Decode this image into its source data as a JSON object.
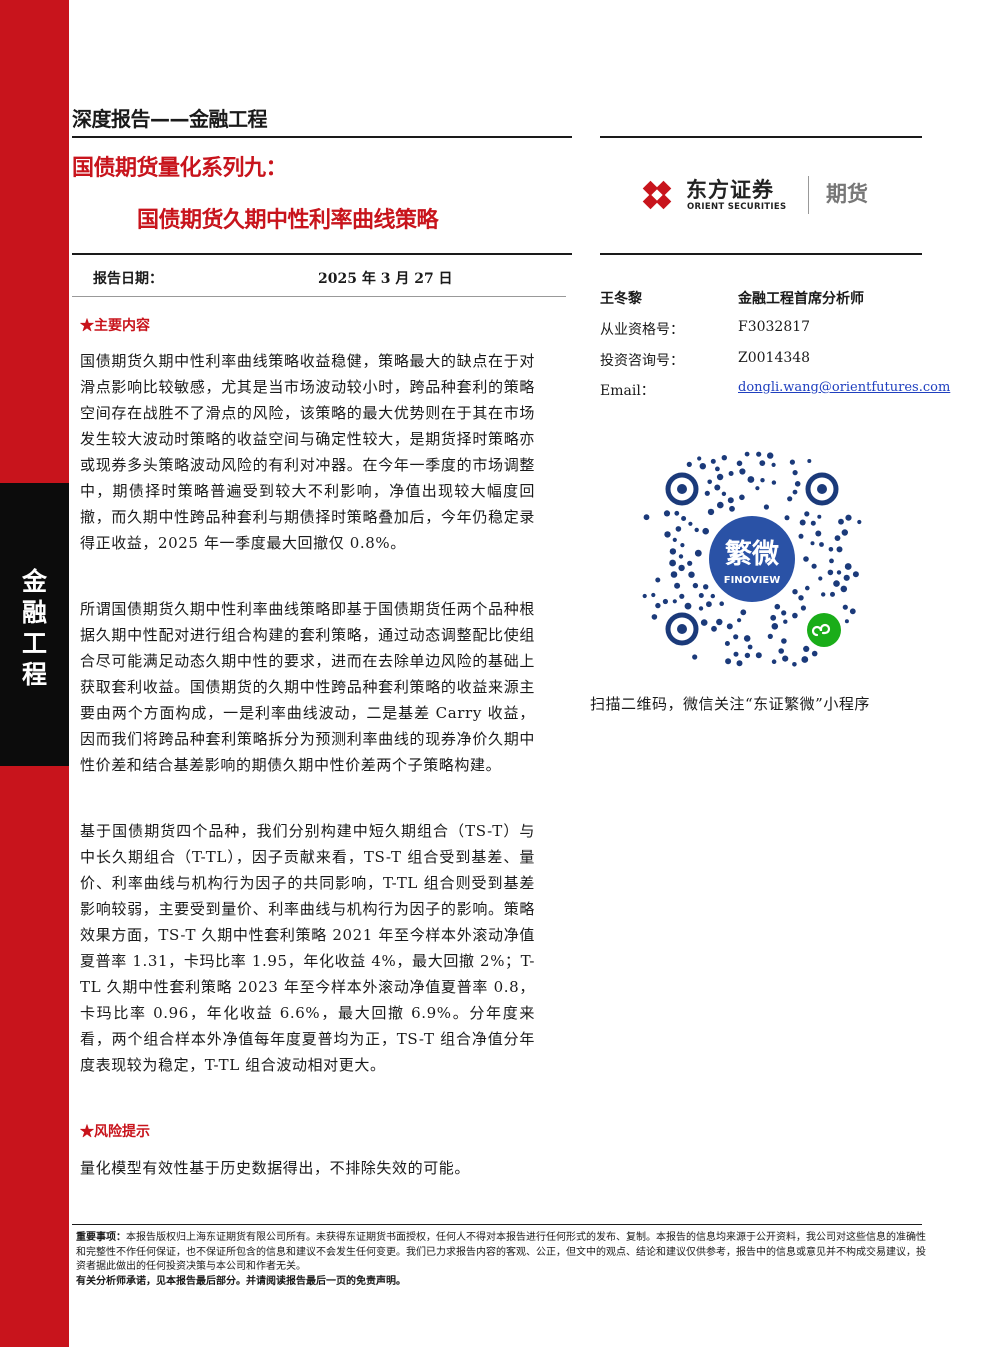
{
  "sidebar": {
    "vertical_title_chars": [
      "金",
      "融",
      "工",
      "程"
    ]
  },
  "header": {
    "report_type": "深度报告——金融工程",
    "series_title": "国债期货量化系列九：",
    "main_title": "国债期货久期中性利率曲线策略"
  },
  "logo": {
    "name_cn": "东方证券",
    "name_en": "ORIENT SECURITIES",
    "suffix": "期货",
    "colors": {
      "primary": "#c8141c",
      "text": "#222222"
    }
  },
  "report_date": {
    "label": "报告日期：",
    "value": "2025 年 3 月 27 日"
  },
  "analyst": {
    "name": "王冬黎",
    "title": "金融工程首席分析师",
    "license_label": "从业资格号：",
    "license_value": "F3032817",
    "consult_label": "投资咨询号：",
    "consult_value": "Z0014348",
    "email_label": "Email：",
    "email_value": "dongli.wang@orientfutures.com"
  },
  "qr": {
    "brand_cn": "繁微",
    "brand_en": "FINOVIEW",
    "caption": "扫描二维码，微信关注“东证繁微”小程序",
    "icon": "miniprogram-icon",
    "colors": {
      "qr_blue": "#1b3a7a",
      "center_blue": "#2a52a6",
      "green": "#1aad19"
    }
  },
  "sections": {
    "summary_title": "★主要内容",
    "summary_paragraphs": [
      "国债期货久期中性利率曲线策略收益稳健，策略最大的缺点在于对滑点影响比较敏感，尤其是当市场波动较小时，跨品种套利的策略空间存在战胜不了滑点的风险，该策略的最大优势则在于其在市场发生较大波动时策略的收益空间与确定性较大，是期货择时策略亦或现券多头策略波动风险的有利对冲器。在今年一季度的市场调整中，期债择时策略普遍受到较大不利影响，净值出现较大幅度回撤，而久期中性跨品种套利与期债择时策略叠加后，今年仍稳定录得正收益，2025 年一季度最大回撤仅 0.8%。",
      "所谓国债期货久期中性利率曲线策略即基于国债期货任两个品种根据久期中性配对进行组合构建的套利策略，通过动态调整配比使组合尽可能满足动态久期中性的要求，进而在去除单边风险的基础上获取套利收益。国债期货的久期中性跨品种套利策略的收益来源主要由两个方面构成，一是利率曲线波动，二是基差 Carry 收益，因而我们将跨品种套利策略拆分为预测利率曲线的现券净价久期中性价差和结合基差影响的期债久期中性价差两个子策略构建。",
      "基于国债期货四个品种，我们分别构建中短久期组合（TS-T）与中长久期组合（T-TL），因子贡献来看，TS-T 组合受到基差、量价、利率曲线与机构行为因子的共同影响，T-TL 组合则受到基差影响较弱，主要受到量价、利率曲线与机构行为因子的影响。策略效果方面，TS-T 久期中性套利策略 2021 年至今样本外滚动净值夏普率 1.31，卡玛比率 1.95，年化收益 4%，最大回撤 2%；T-TL 久期中性套利策略 2023 年至今样本外滚动净值夏普率 0.8，卡玛比率 0.96，年化收益 6.6%，最大回撤 6.9%。分年度来看，两个组合样本外净值每年度夏普均为正，TS-T 组合净值分年度表现较为稳定，T-TL 组合波动相对更大。"
    ],
    "risk_title": "★风险提示",
    "risk_paragraph": "量化模型有效性基于历史数据得出，不排除失效的可能。"
  },
  "disclaimer": {
    "lead": "重要事项：",
    "body": "本报告版权归上海东证期货有限公司所有。未获得东证期货书面授权，任何人不得对本报告进行任何形式的发布、复制。本报告的信息均来源于公开资料，我公司对这些信息的准确性和完整性不作任何保证，也不保证所包含的信息和建议不会发生任何变更。我们已力求报告内容的客观、公正，但文中的观点、结论和建议仅供参考，报告中的信息或意见并不构成交易建议，投资者据此做出的任何投资决策与本公司和作者无关。",
    "last_line": "有关分析师承诺，见本报告最后部分。并请阅读报告最后一页的免责声明。"
  }
}
